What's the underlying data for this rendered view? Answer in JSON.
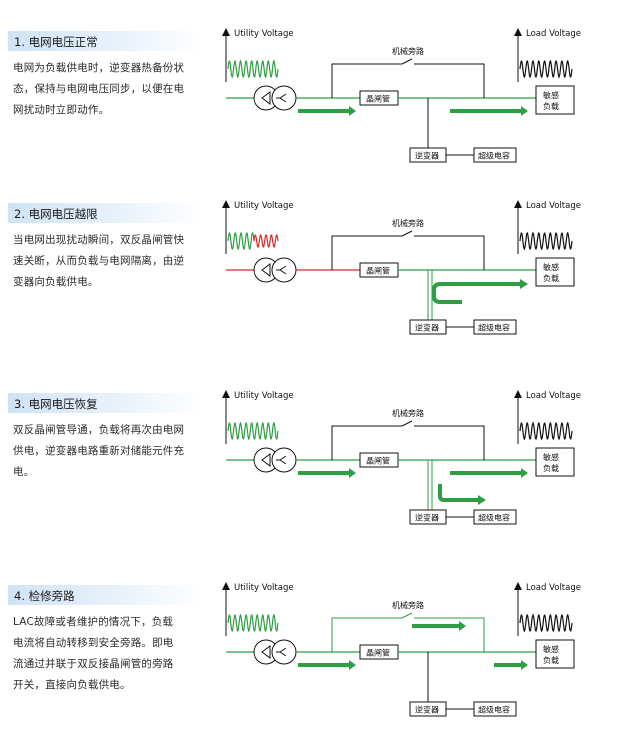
{
  "colors": {
    "green": "#2e9e44",
    "red": "#d62b2b",
    "black": "#111111",
    "title_bg": "#cfe3f5"
  },
  "labels": {
    "utility_voltage": "Utility Voltage",
    "load_voltage": "Load Voltage",
    "mech_bypass": "机械旁路",
    "thyristor": "晶闸管",
    "inverter": "逆变器",
    "supercap": "超级电容",
    "load_line1": "敏感",
    "load_line2": "负载"
  },
  "sections": [
    {
      "title": "1. 电网电压正常",
      "desc": [
        "电网为负载供电时，逆变器热备份状",
        "态，保持与电网电压同步，以便在电",
        "网扰动时立即动作。"
      ]
    },
    {
      "title": "2. 电网电压越限",
      "desc": [
        "当电网出现扰动瞬间，双反晶闸管快",
        "速关断，从而负载与电网隔离，由逆",
        "变器向负载供电。"
      ]
    },
    {
      "title": "3. 电网电压恢复",
      "desc": [
        "双反晶闸管导通，负载将再次由电网",
        "供电，逆变器电路重新对储能元件充",
        "电。"
      ]
    },
    {
      "title": "4. 检修旁路",
      "desc": [
        "LAC故障或者维护的情况下，负载",
        "电流将自动转移到安全旁路。即电",
        "流通过并联于双反接晶闸管的旁路",
        "开关，直接向负载供电。"
      ]
    }
  ]
}
